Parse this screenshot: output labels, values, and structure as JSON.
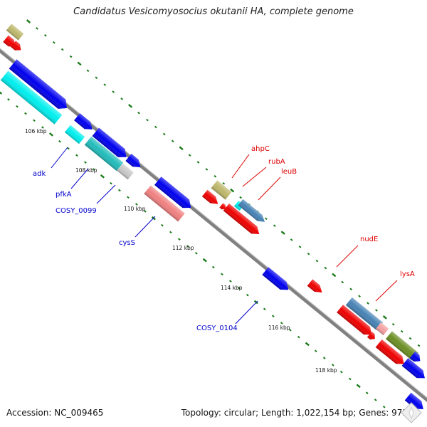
{
  "title": "Candidatus Vesicomyosocius okutanii HA, complete genome",
  "accession": {
    "label": "Accession:",
    "value": "NC_009465"
  },
  "summary": {
    "topology_label": "Topology:",
    "topology": "circular",
    "length_label": "Length:",
    "length": "1,022,154 bp",
    "genes_label": "Genes:",
    "genes": "975"
  },
  "tick_labels": [
    "106 kbp",
    "108 kbp",
    "110 kbp",
    "112 kbp",
    "114 kbp",
    "116 kbp",
    "118 kbp"
  ],
  "gene_labels": [
    {
      "text": "adk",
      "color": "#0000cc"
    },
    {
      "text": "pfkA",
      "color": "#0000cc"
    },
    {
      "text": "COSY_0099",
      "color": "#0000cc"
    },
    {
      "text": "cysS",
      "color": "#0000cc"
    },
    {
      "text": "COSY_0104",
      "color": "#0000cc"
    },
    {
      "text": "ahpC",
      "color": "#dd0000"
    },
    {
      "text": "rubA",
      "color": "#dd0000"
    },
    {
      "text": "leuB",
      "color": "#dd0000"
    },
    {
      "text": "nudE",
      "color": "#dd0000"
    },
    {
      "text": "lysA",
      "color": "#dd0000"
    }
  ],
  "colors": {
    "backbone": "#808080",
    "tick": "#1a7a1a",
    "blue": "#0000ee",
    "red": "#ee0000",
    "cyan": "#00eeee",
    "teal": "#22bbbb",
    "khaki": "#bdb76b",
    "salmon": "#f08080",
    "steelblue": "#4682b4",
    "olive": "#6b8e23",
    "gray": "#c8c8c8",
    "pink": "#f4a0a0"
  },
  "nav_icon": "compass-rose-icon"
}
